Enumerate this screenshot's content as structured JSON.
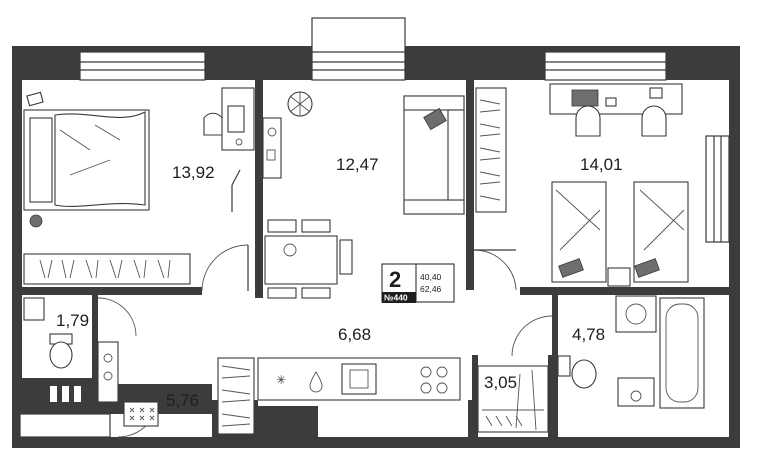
{
  "rooms": [
    {
      "id": "bedroom-left",
      "area": "13,92"
    },
    {
      "id": "living-room",
      "area": "12,47"
    },
    {
      "id": "bedroom-right",
      "area": "14,01"
    },
    {
      "id": "toilet",
      "area": "1,79"
    },
    {
      "id": "kitchen-hall",
      "area": "6,68"
    },
    {
      "id": "bathroom",
      "area": "4,78"
    },
    {
      "id": "corridor",
      "area": "5,76"
    },
    {
      "id": "storage",
      "area": "3,05"
    }
  ],
  "badge": {
    "rooms_count": "2",
    "apartment_no": "№440",
    "living_area": "40,40",
    "total_area": "62,46"
  },
  "colors": {
    "wall": "#3c3c3c",
    "floor": "#ffffff",
    "line": "#3a3a3a",
    "accent_grey": "#6e6e6e"
  }
}
